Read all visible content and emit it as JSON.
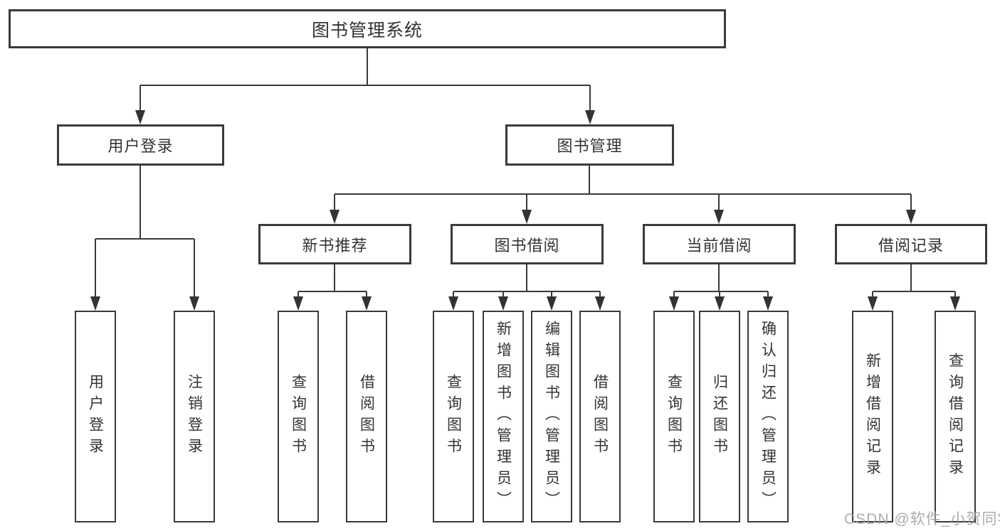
{
  "tree": {
    "label": "图书管理系统",
    "children": [
      {
        "label": "用户登录",
        "children": [
          {
            "label": "用户登录"
          },
          {
            "label": "注销登录"
          }
        ]
      },
      {
        "label": "图书管理",
        "children": [
          {
            "label": "新书推荐",
            "children": [
              {
                "label": "查询图书"
              },
              {
                "label": "借阅图书"
              }
            ]
          },
          {
            "label": "图书借阅",
            "children": [
              {
                "label": "查询图书"
              },
              {
                "label": "新增图书（管理员）"
              },
              {
                "label": "编辑图书（管理员）"
              },
              {
                "label": "借阅图书"
              }
            ]
          },
          {
            "label": "当前借阅",
            "children": [
              {
                "label": "查询图书"
              },
              {
                "label": "归还图书"
              },
              {
                "label": "确认归还（管理员）"
              }
            ]
          },
          {
            "label": "借阅记录",
            "children": [
              {
                "label": "新增借阅记录"
              },
              {
                "label": "查询借阅记录"
              }
            ]
          }
        ]
      }
    ]
  },
  "watermark": "CSDN @软件_小贺同学",
  "colors": {
    "background": "#ffffff",
    "line": "#3a3a3a",
    "text": "#333333",
    "watermark": "#9e9e9e"
  }
}
